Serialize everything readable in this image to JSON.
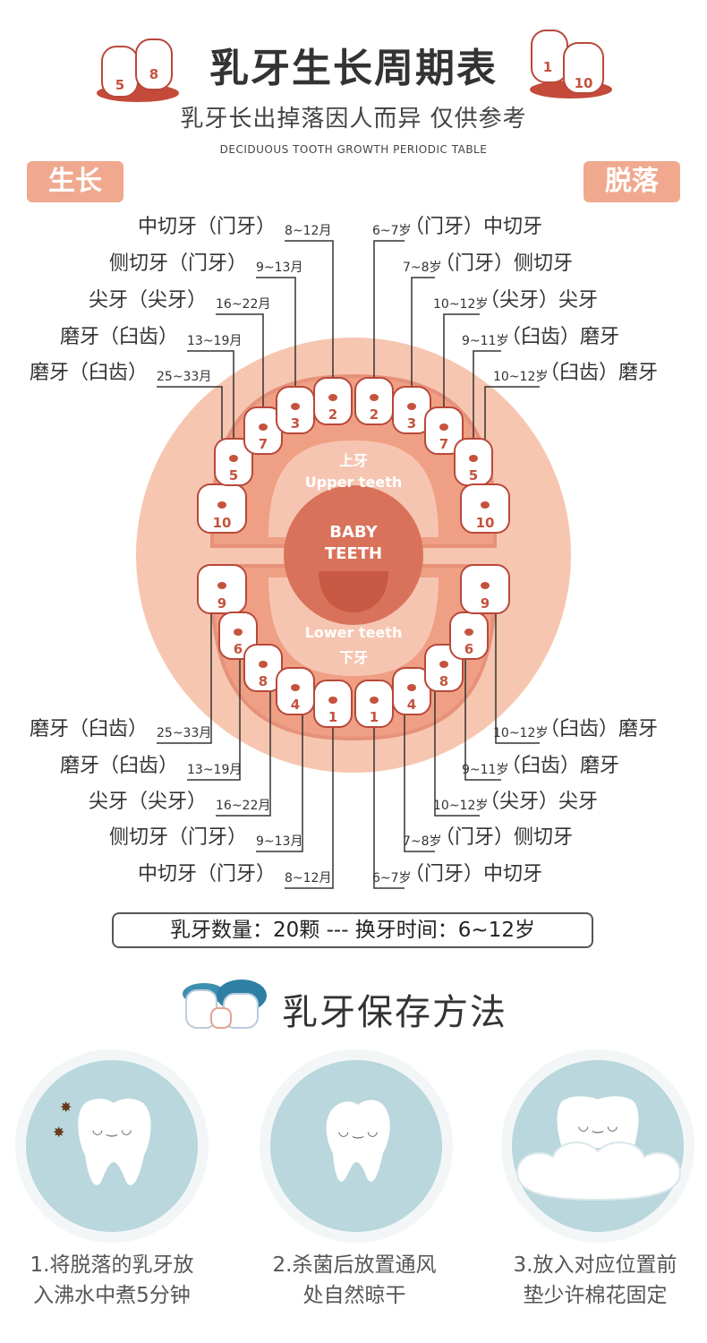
{
  "title": "乳牙生长周期表",
  "subtitle": "乳牙长出掉落因人而异 仅供参考",
  "eng_subtitle": "DECIDUOUS TOOTH GROWTH PERIODIC TABLE",
  "tags": {
    "grow": "生长",
    "fall": "脱落"
  },
  "badges": {
    "left": [
      "5",
      "8"
    ],
    "right": [
      "1",
      "10"
    ]
  },
  "diagram": {
    "upper_cn": "上牙",
    "upper_en": "Upper teeth",
    "center": [
      "BABY",
      "TEETH"
    ],
    "lower_en": "Lower teeth",
    "lower_cn": "下牙",
    "upper_teeth": [
      "10",
      "5",
      "7",
      "3",
      "2",
      "2",
      "3",
      "7",
      "5",
      "10"
    ],
    "lower_teeth": [
      "9",
      "6",
      "8",
      "4",
      "1",
      "1",
      "4",
      "8",
      "6",
      "9"
    ]
  },
  "upper_left": [
    {
      "label": "中切牙（门牙）",
      "age": "8~12月"
    },
    {
      "label": "侧切牙（门牙）",
      "age": "9~13月"
    },
    {
      "label": "尖牙（尖牙）",
      "age": "16~22月"
    },
    {
      "label": "磨牙（臼齿）",
      "age": "13~19月"
    },
    {
      "label": "磨牙（臼齿）",
      "age": "25~33月"
    }
  ],
  "upper_right": [
    {
      "age": "6~7岁",
      "label": "（门牙）中切牙"
    },
    {
      "age": "7~8岁",
      "label": "（门牙）侧切牙"
    },
    {
      "age": "10~12岁",
      "label": "（尖牙）尖牙"
    },
    {
      "age": "9~11岁",
      "label": "（臼齿）磨牙"
    },
    {
      "age": "10~12岁",
      "label": "（臼齿）磨牙"
    }
  ],
  "lower_left": [
    {
      "label": "磨牙（臼齿）",
      "age": "25~33月"
    },
    {
      "label": "磨牙（臼齿）",
      "age": "13~19月"
    },
    {
      "label": "尖牙（尖牙）",
      "age": "16~22月"
    },
    {
      "label": "侧切牙（门牙）",
      "age": "9~13月"
    },
    {
      "label": "中切牙（门牙）",
      "age": "8~12月"
    }
  ],
  "lower_right": [
    {
      "age": "10~12岁",
      "label": "（臼齿）磨牙"
    },
    {
      "age": "9~11岁",
      "label": "（臼齿）磨牙"
    },
    {
      "age": "10~12岁",
      "label": "（尖牙）尖牙"
    },
    {
      "age": "7~8岁",
      "label": "（门牙）侧切牙"
    },
    {
      "age": "6~7岁",
      "label": "（门牙）中切牙"
    }
  ],
  "summary": "乳牙数量：20颗 --- 换牙时间：6~12岁",
  "section_title": "乳牙保存方法",
  "steps": [
    {
      "line1": "1.将脱落的乳牙放",
      "line2": "入沸水中煮5分钟"
    },
    {
      "line1": "2.杀菌后放置通风",
      "line2": "处自然晾干"
    },
    {
      "line1": "3.放入对应位置前",
      "line2": "垫少许棉花固定"
    }
  ],
  "colors": {
    "accent": "#f0a98f",
    "mouth_outer": "#f7c6b0",
    "mouth_mid": "#ef9f83",
    "mouth_inner": "#d9725a",
    "circle_bg": "#b9d7dc"
  }
}
